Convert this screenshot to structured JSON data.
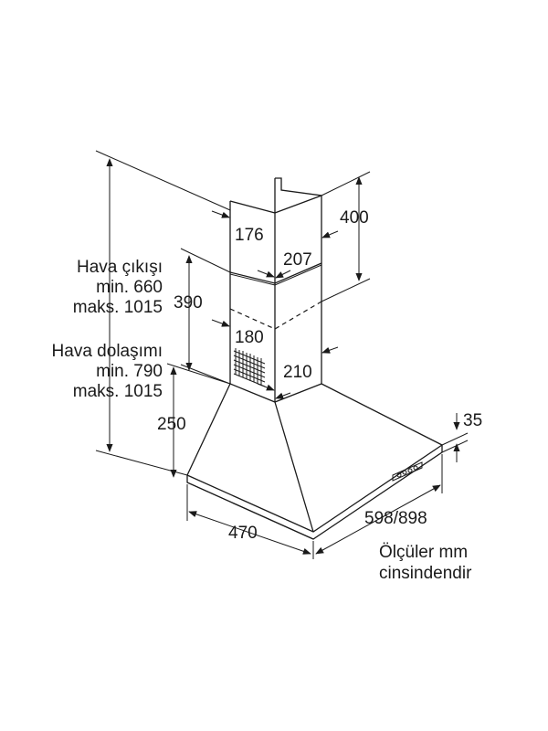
{
  "dimensions": {
    "air_outlet": [
      "Hava çıkışı",
      "min. 660",
      "maks. 1015"
    ],
    "air_recirculation": [
      "Hava dolaşımı",
      "min. 790",
      "maks. 1015"
    ],
    "d390": "390",
    "d250": "250",
    "d176": "176",
    "d207": "207",
    "d180": "180",
    "d210": "210",
    "d400": "400",
    "d35": "35",
    "d470": "470",
    "d598_898": "598/898"
  },
  "note": [
    "Ölçüler mm",
    "cinsindendir"
  ]
}
